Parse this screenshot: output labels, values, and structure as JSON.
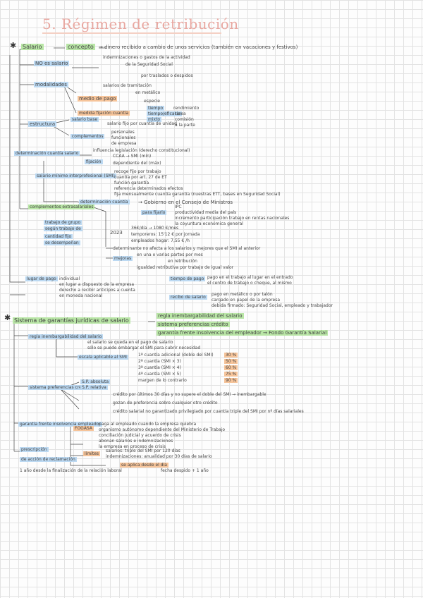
{
  "title": "5. Régimen de retribución",
  "s1": {
    "head": "Salario",
    "concepto": "concepto",
    "concepto_def": "→ dinero recibido a cambio de unos servicios (también en vacaciones y festivos)",
    "no_salario": "NO es salario",
    "no_items": [
      "indemnizaciones o gastos de la actividad",
      "de la Seguridad Social",
      "por traslados o despidos",
      "salarios de tramitación"
    ],
    "modalidades": "modalidades",
    "medio_pago": "medio de pago",
    "medio_items": [
      "en metálico",
      "especie"
    ],
    "medida": "medida fijación cuantía",
    "medida_items": [
      "tiempo",
      "tiempo/eficacia",
      "mixto"
    ],
    "medida_sub": [
      "rendimiento",
      "tarea",
      "comisión",
      "a la parte"
    ],
    "estructura": "estructura",
    "salario_base": "salario base",
    "salario_base_def": "salario fijo por cuantía de unidad",
    "complementos": "complementos",
    "complementos_items": [
      "personales",
      "funcionales",
      "de empresa"
    ],
    "determinacion": "determinación cuantía salario",
    "determinacion_def": "influencia legislación (derecho constitucional)",
    "fijacion": "fijación",
    "fijacion_items": [
      "CCAA → SMI (mín)",
      "dependiente del (máx)"
    ],
    "smi": "salario mínimo interprofesional (SMI)",
    "smi_items": [
      "recoge fijo por trabajo",
      "cuantía por art. 27 de ET",
      "función garantía",
      "referencia determinados efectos",
      "fija mensualmente cuantía garantía (nuestras ETT, bases en Seguridad Social)"
    ],
    "determinacion2": "determinación cuantía",
    "gobierno": "→ Gobierno en el Consejo de Ministros",
    "para_fijarlo": "para fijarlo",
    "para_items": [
      "IPC",
      "productividad media del país",
      "incremento participación trabajo en rentas nacionales",
      "la coyuntura económica general"
    ],
    "anio": "2023",
    "anio_items": [
      "36€/día → 1080 €/mes",
      "temporeros: 15'12 € por jornada",
      "empleados hogar: 7,55 € /h"
    ],
    "complementos_fuera": "complementos extrasalariales",
    "comp_items": [
      "trabajo de grupo",
      "según trabajo de",
      "cantidad fijo",
      "se desempeñan"
    ],
    "determinante": "determinante no afecta a los salarios y mejores que el SMI al anterior",
    "mejoras": "mejoras",
    "mejoras_items": [
      "en una o varias partes por mes",
      "en retribución",
      "igualdad retributiva por trabajo de igual valor"
    ],
    "lugar_pago": "lugar de pago",
    "lugar_items": [
      "individual",
      "en lugar a dispuesto de la empresa",
      "derecho a recibir anticipos a cuenta",
      "en moneda nacional"
    ],
    "tiempo_pago": "tiempo de pago",
    "tiempo_items": [
      "pago en el trabajo al lugar en el entrado",
      "el centro de trabajo o cheque, al mismo"
    ],
    "recibo": "recibo de salario",
    "recibo_items": [
      "pago en metálico o por talón",
      "cargado en papel de la empresa",
      "debida firmado: Seguridad Social, empleado y trabajador"
    ]
  },
  "s2": {
    "head": "Sistema de garantías jurídicas de salario",
    "items_right": [
      "regla inembargabilidad del salario",
      "sistema preferencias crédito",
      "garantía frente insolvencia del empleador → Fondo Garantía Salarial"
    ],
    "inembargabilidad": "regla inembargabilidad del salario",
    "inemb_items": [
      "el salario se queda en el pago de salario",
      "sólo se puede embargar el SMI para cubrir necesidad"
    ],
    "escala": "escala aplicable al SMI",
    "escala_items": [
      "1ª cuantía adicional (doble del SMI)",
      "2ª cuantía (SMI × 3)",
      "3ª cuantía (SMI × 4)",
      "4ª cuantía (SMI × 5)",
      "margen de lo contrario"
    ],
    "escala_pct": [
      "30 %",
      "50 %",
      "60 %",
      "75 %",
      "90 %"
    ],
    "preferencias": "sistema preferencias crédito",
    "pref_items": [
      "S.P. absoluta",
      "S.P. relativa"
    ],
    "pref_desc": [
      "crédito por últimos 30 días y no supere el doble del SMI → inembargable",
      "gozan de preferencia sobre cualquier otro crédito",
      "crédito salarial no garantizado privilegiado por cuantía triple del SMI por nº días salariales"
    ],
    "fogasa": "garantía frente insolvencia empleador",
    "fogasa_head": "FOGASA",
    "fogasa_items": [
      "paga al empleado cuando la empresa quiebra",
      "organismo autónomo dependiente del Ministerio de Trabajo",
      "conciliación judicial y acuerdo de crisis",
      "abonan salarios e indemnizaciones",
      "la empresa en proceso de crisis"
    ],
    "limites": "límites",
    "limites_items": [
      "salarios: triple del SMI por 120 días",
      "indemnizaciones: anualidad por 30 días de salario"
    ],
    "prescripcion": "prescripción",
    "prescripcion_sub": "de acción de reclamación",
    "prescripcion_def": "1 año desde la finalización de la relación laboral",
    "extra": [
      "se aplica desde el día",
      "fecha despido + 1 año"
    ]
  }
}
